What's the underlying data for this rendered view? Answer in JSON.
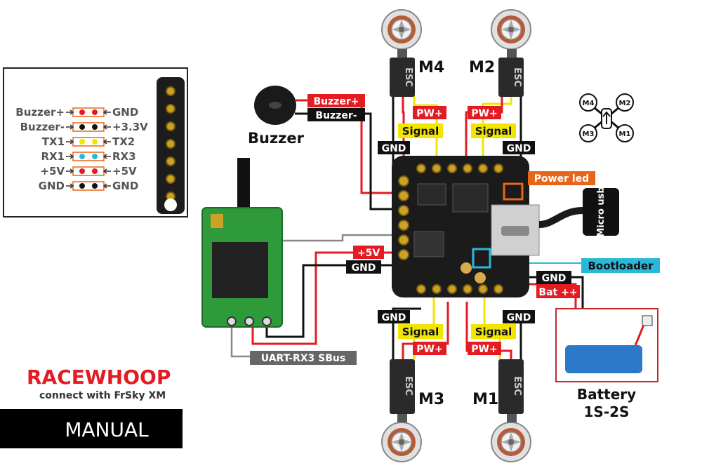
{
  "pinout": {
    "left": [
      "Buzzer+",
      "Buzzer-",
      "TX1",
      "RX1",
      "+5V",
      "GND"
    ],
    "right": [
      "GND",
      "+3.3V",
      "TX2",
      "RX3",
      "+5V",
      "GND"
    ]
  },
  "labels": {
    "buzzer_plus": "Buzzer+",
    "buzzer_minus": "Buzzer-",
    "buzzer": "Buzzer",
    "m4": "M4",
    "m2": "M2",
    "m3": "M3",
    "m1": "M1",
    "esc": "ESC",
    "pw": "PW+",
    "signal": "Signal",
    "gnd": "GND",
    "power_led": "Power led",
    "micro_usb": "Micro usb",
    "bootloader": "Bootloader",
    "v5": "+5V",
    "bat": "Bat ++",
    "uart": "UART-RX3 SBus",
    "battery_line1": "Battery",
    "battery_line2": "1S-2S",
    "orient": [
      "M4",
      "M2",
      "M3",
      "M1"
    ]
  },
  "brand": {
    "name": "RACEWHOOP",
    "subtitle": "connect with FrSky XM",
    "manual": "MANUAL"
  },
  "colors": {
    "red": "#e31b23",
    "black": "#111111",
    "yellow": "#f2e600",
    "cyan": "#2bb8d8",
    "orange": "#e8661a",
    "pcb": "#1b1b1b",
    "receiver": "#2e9a3a",
    "brand_red": "#e31b23"
  }
}
